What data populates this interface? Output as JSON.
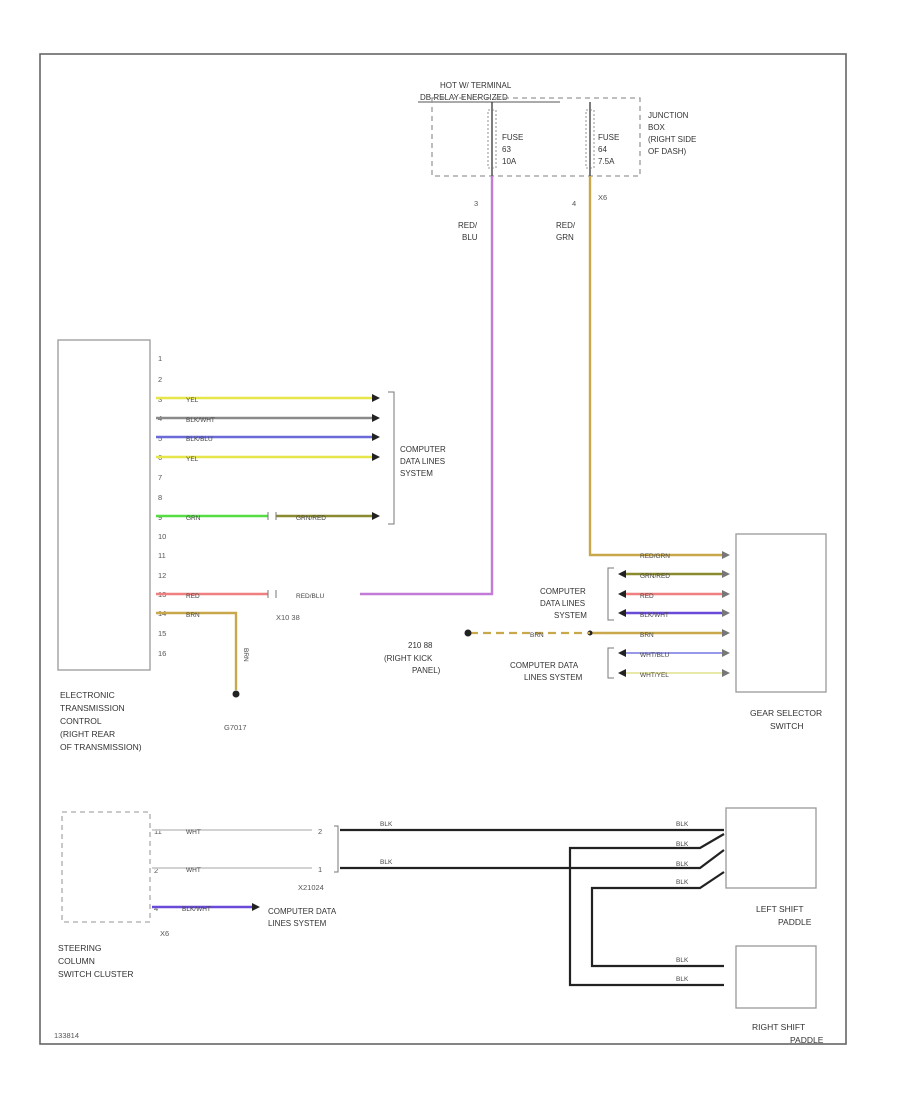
{
  "wire_colors": {
    "yellow": "#e6e64a",
    "grey": "#8a8a8a",
    "blue": "#6a6ad8",
    "green": "#55dd44",
    "olive": "#8a8a30",
    "pink": "#f08080",
    "purple": "#c27cd8",
    "tan": "#c8a84a",
    "black": "#222222",
    "light_grey": "#cccccc"
  },
  "power": {
    "hot_label_1": "HOT W/ TERMINAL",
    "hot_label_2": "DB RELAY ENERGIZED",
    "junction_box": [
      "JUNCTION",
      "BOX",
      "(RIGHT SIDE",
      "OF DASH)"
    ],
    "fuse_left": [
      "FUSE",
      "63",
      "10A"
    ],
    "fuse_right": [
      "FUSE",
      "64",
      "7.5A"
    ],
    "fuse_left_pin": "3",
    "fuse_right_pin": "4",
    "fuse_right_connector": "X6",
    "wire_left_label": [
      "RED/",
      "BLU"
    ],
    "wire_right_label": [
      "RED/",
      "GRN"
    ]
  },
  "etc": {
    "pins": [
      "1",
      "2",
      "3",
      "4",
      "5",
      "6",
      "7",
      "8",
      "9",
      "10",
      "11",
      "12",
      "13",
      "14",
      "15",
      "16"
    ],
    "wires": {
      "w3": "YEL",
      "w4": "BLK/WHT",
      "w5": "BLK/BLU",
      "w6": "YEL",
      "w9a": "GRN",
      "w9b": "GRN/RED",
      "w13a": "RED",
      "w13b": "RED/BLU",
      "w14": "BRN",
      "w14v": "BRN"
    },
    "splice": "X10 38",
    "ground": "G7017",
    "label": [
      "ELECTRONIC",
      "TRANSMISSION",
      "CONTROL",
      "(RIGHT REAR",
      "OF TRANSMISSION)"
    ]
  },
  "data_lines_1": [
    "COMPUTER",
    "DATA LINES",
    "SYSTEM"
  ],
  "data_lines_2": [
    "COMPUTER",
    "DATA LINES",
    "SYSTEM"
  ],
  "data_lines_3": [
    "COMPUTER DATA",
    "LINES SYSTEM"
  ],
  "data_lines_4": [
    "COMPUTER DATA",
    "LINES SYSTEM"
  ],
  "gear": {
    "wires": [
      "RED/GRN",
      "GRN/RED",
      "RED",
      "BLK/WHT",
      "BRN",
      "WHT/BLU",
      "WHT/YEL"
    ],
    "ground_ref": "210 88",
    "ground_loc": [
      "(RIGHT KICK",
      "PANEL)"
    ],
    "label": [
      "GEAR SELECTOR",
      "SWITCH"
    ]
  },
  "steering": {
    "pins": [
      "11",
      "2",
      "4"
    ],
    "connector": "X6",
    "wire_1": "WHT",
    "wire_2": "WHT",
    "wire_3": "BLK/WHT",
    "connector_pins": [
      "2",
      "1"
    ],
    "connector_label": "X21024",
    "label": [
      "STEERING",
      "COLUMN",
      "SWITCH CLUSTER"
    ]
  },
  "paddles": {
    "wires_left": [
      "BLK",
      "BLK"
    ],
    "wires_right": [
      "BLK",
      "BLK",
      "BLK",
      "BLK",
      "BLK",
      "BLK"
    ],
    "left_label": [
      "LEFT SHIFT",
      "PADDLE"
    ],
    "right_label": [
      "RIGHT SHIFT",
      "PADDLE"
    ]
  },
  "footer_code": "133814"
}
